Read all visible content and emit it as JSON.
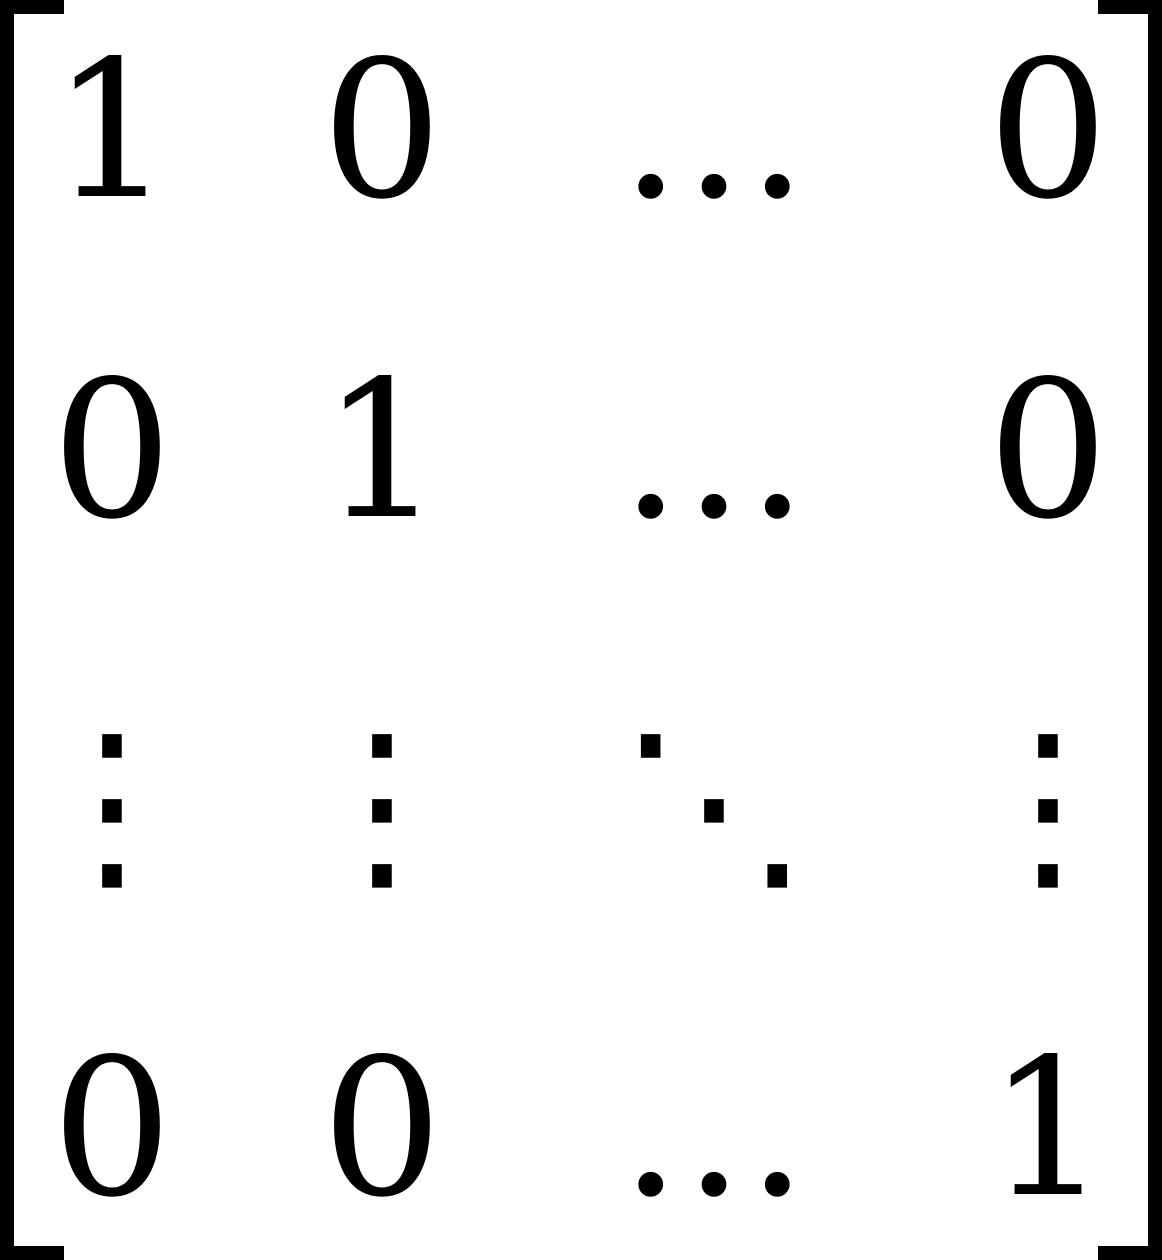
{
  "matrix": {
    "rows": [
      [
        "1",
        "0",
        "…",
        "0"
      ],
      [
        "0",
        "1",
        "…",
        "0"
      ],
      [
        "⋮",
        "⋮",
        "⋱",
        "⋮"
      ],
      [
        "0",
        "0",
        "…",
        "1"
      ]
    ]
  },
  "colors": {
    "ink": "#000000",
    "background": "#ffffff"
  }
}
